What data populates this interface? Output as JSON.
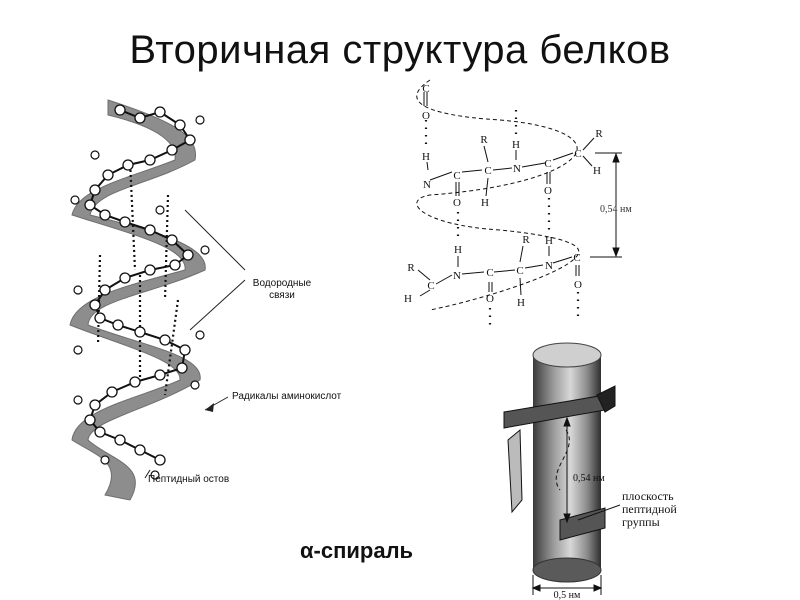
{
  "title": "Вторичная структура белков",
  "caption": "α-спираль",
  "helix_model": {
    "labels": {
      "hydrogen_bonds": "Водородные связи",
      "amino_acid_radicals": "Радикалы аминокислот",
      "peptide_backbone": "Пептидный остов"
    }
  },
  "chemical_scheme": {
    "dimension": "0,54 нм",
    "symbols": {
      "carbon": "C",
      "nitrogen": "N",
      "oxygen": "O",
      "hydrogen": "H",
      "radical": "R"
    }
  },
  "cylinder_model": {
    "pitch": "0,54 нм",
    "diameter": "0,5 нм",
    "peptide_plane_label": "плоскость пептидной группы"
  }
}
